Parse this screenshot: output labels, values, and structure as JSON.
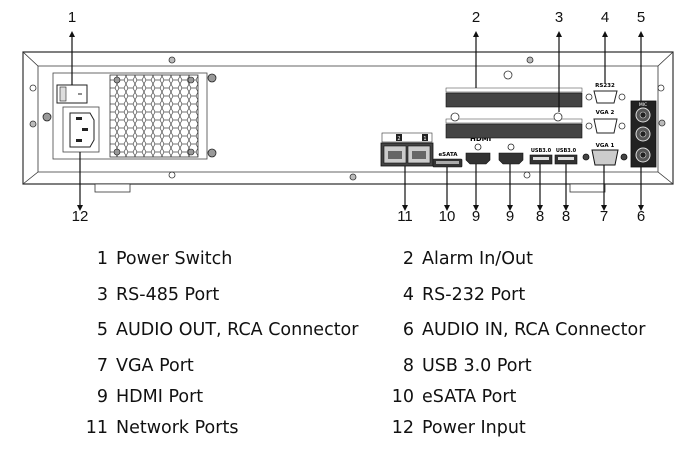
{
  "callouts": {
    "top": [
      "1",
      "2",
      "3",
      "4",
      "5"
    ],
    "bottom": [
      "12",
      "11",
      "10",
      "9",
      "9",
      "8",
      "8",
      "7",
      "6"
    ]
  },
  "panel_labels": {
    "rs232": "RS232",
    "vga2": "VGA 2",
    "vga1": "VGA 1",
    "mic": "MIC",
    "esata": "eSATA",
    "hdmi_logo": "HDMI™",
    "usb_a": "USB3.0",
    "usb_b": "USB3.0",
    "net1": "1",
    "net2": "2"
  },
  "legend": [
    {
      "num": "1",
      "label": "Power Switch"
    },
    {
      "num": "2",
      "label": "Alarm In/Out"
    },
    {
      "num": "3",
      "label": "RS-485 Port"
    },
    {
      "num": "4",
      "label": "RS-232 Port"
    },
    {
      "num": "5",
      "label": "AUDIO OUT, RCA Connector"
    },
    {
      "num": "6",
      "label": "AUDIO IN, RCA Connector"
    },
    {
      "num": "7",
      "label": "VGA Port"
    },
    {
      "num": "8",
      "label": "USB 3.0 Port"
    },
    {
      "num": "9",
      "label": "HDMI Port"
    },
    {
      "num": "10",
      "label": "eSATA Port"
    },
    {
      "num": "11",
      "label": "Network Ports"
    },
    {
      "num": "12",
      "label": "Power Input"
    }
  ]
}
